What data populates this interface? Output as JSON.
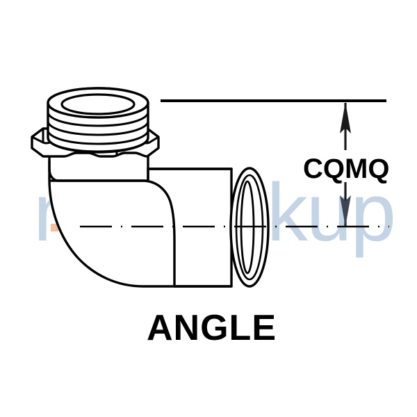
{
  "figure": {
    "caption": "ANGLE",
    "dimension_label": "CQMQ",
    "shape_description": "90-degree angle pipe fitting with threaded port and lobed nut",
    "watermark_text": "nsnlookup"
  },
  "colors": {
    "background": "#ffffff",
    "line": "#000000",
    "watermark": "#c3d4e6",
    "watermark_accent": "#f2c09a",
    "arrow": "#1a1a1a"
  },
  "dimension": {
    "label": "CQMQ",
    "top_reference_line": "upper extension line",
    "bottom_reference_line": "centerline",
    "arrow_up": "arrow-up",
    "arrow_down": "arrow-down"
  },
  "parts": {
    "threaded_port": "threaded-male-port",
    "nut": "lobed-nut-flange",
    "elbow": "ninety-degree-elbow-body",
    "outlet": "horizontal-cylindrical-outlet",
    "outlet_bore": "elliptical-bore-opening"
  }
}
